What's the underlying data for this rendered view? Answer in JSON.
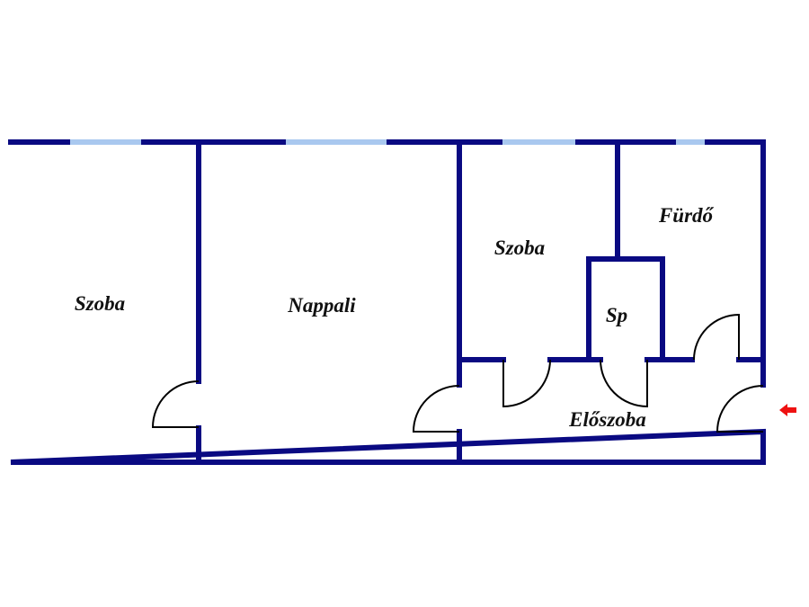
{
  "colors": {
    "wall": "#0a0a82",
    "window": "#a9c8ef",
    "door": "#000000",
    "entrance_arrow": "#ee1111"
  },
  "rooms": [
    {
      "id": "szoba-left",
      "label": "Szoba"
    },
    {
      "id": "nappali",
      "label": "Nappali"
    },
    {
      "id": "szoba-right",
      "label": "Szoba"
    },
    {
      "id": "furdo",
      "label": "Fürdő"
    },
    {
      "id": "sp",
      "label": "Sp"
    },
    {
      "id": "eloszoba",
      "label": "Előszoba"
    }
  ],
  "icons": {
    "entrance": "arrow-left-icon"
  }
}
